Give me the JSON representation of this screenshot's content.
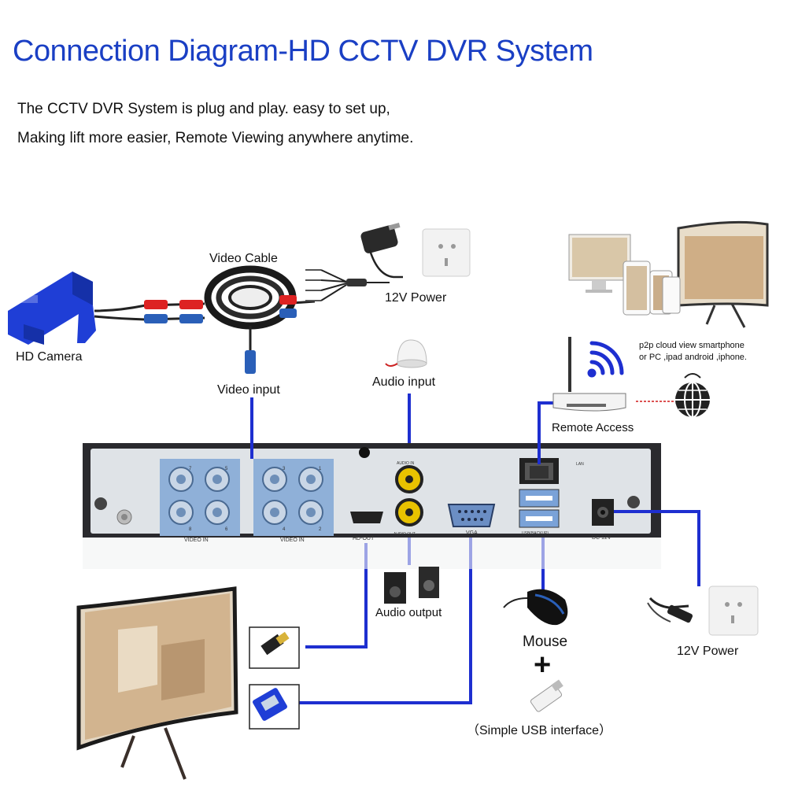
{
  "title": "Connection Diagram-HD CCTV DVR System",
  "description": [
    "The CCTV DVR System is plug and play. easy to set up,",
    "Making lift more easier, Remote Viewing anywhere anytime."
  ],
  "labels": {
    "video_cable": "Video Cable",
    "hd_camera": "HD Camera",
    "video_input": "Video input",
    "power_top": "12V Power",
    "audio_input": "Audio input",
    "p2p_line1": "p2p cloud view smartphone",
    "p2p_line2": "or PC ,ipad android ,iphone.",
    "remote_access": "Remote Access",
    "audio_output": "Audio output",
    "mouse": "Mouse",
    "plus": "+",
    "usb_interface": "（Simple USB interface）",
    "power_right": "12V Power"
  },
  "dvr_panel": {
    "video_in_left": "VIDEO IN",
    "video_in_right": "VIDEO IN",
    "hd_out": "HD-OUT",
    "audio_in": "AUDIO IN",
    "audio_out": "AUDIO OUT",
    "vga": "VGA",
    "lan": "LAN",
    "usb": "USB(BACKUP)",
    "dc": "DC 12V",
    "ch": [
      "7",
      "5",
      "3",
      "1",
      "8",
      "6",
      "4",
      "2"
    ]
  },
  "colors": {
    "title": "#1a3fc4",
    "connector_line": "#1e2fd0",
    "dvr_body": "#2a2a2e",
    "panel": "#dfe3e7",
    "bnc": "#8fb0d8",
    "camera": "#1f3ed6",
    "red_dash": "#d11a1a"
  }
}
